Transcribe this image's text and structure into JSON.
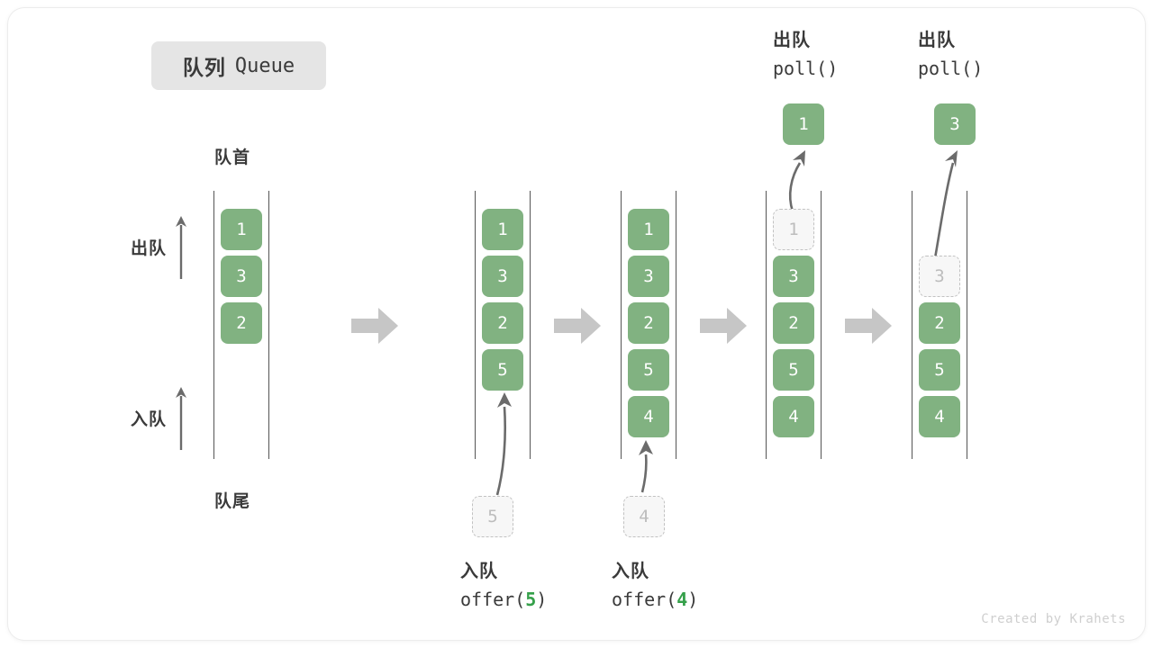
{
  "title": {
    "cn": "队列",
    "en": "Queue"
  },
  "labels": {
    "head": "队首",
    "tail": "队尾",
    "dequeue_side": "出队",
    "enqueue_side": "入队"
  },
  "colors": {
    "box_fill": "#81b281",
    "box_text": "#ffffff",
    "ghost_fill": "#f7f7f7",
    "ghost_border": "#c2c2c2",
    "ghost_text": "#bdbdbd",
    "rail": "#555555",
    "arrow": "#6b6b6b",
    "step_arrow": "#c6c6c6",
    "badge_bg": "#e5e5e5",
    "text": "#3a3a3a",
    "accent_green": "#35a04a"
  },
  "columns": [
    {
      "id": "initial",
      "slots": [
        {
          "value": "1",
          "state": "filled"
        },
        {
          "value": "3",
          "state": "filled"
        },
        {
          "value": "2",
          "state": "filled"
        }
      ]
    },
    {
      "id": "offer-5",
      "slots": [
        {
          "value": "1",
          "state": "filled"
        },
        {
          "value": "3",
          "state": "filled"
        },
        {
          "value": "2",
          "state": "filled"
        },
        {
          "value": "5",
          "state": "filled"
        }
      ],
      "incoming": {
        "value": "5"
      },
      "caption": {
        "cn": "入队",
        "fn": "offer(",
        "arg": "5",
        "fn_close": ")"
      }
    },
    {
      "id": "offer-4",
      "slots": [
        {
          "value": "1",
          "state": "filled"
        },
        {
          "value": "3",
          "state": "filled"
        },
        {
          "value": "2",
          "state": "filled"
        },
        {
          "value": "5",
          "state": "filled"
        },
        {
          "value": "4",
          "state": "filled"
        }
      ],
      "incoming": {
        "value": "4"
      },
      "caption": {
        "cn": "入队",
        "fn": "offer(",
        "arg": "4",
        "fn_close": ")"
      }
    },
    {
      "id": "poll-1",
      "slots": [
        {
          "value": "1",
          "state": "ghost"
        },
        {
          "value": "3",
          "state": "filled"
        },
        {
          "value": "2",
          "state": "filled"
        },
        {
          "value": "5",
          "state": "filled"
        },
        {
          "value": "4",
          "state": "filled"
        }
      ],
      "popped": {
        "value": "1"
      },
      "header": {
        "cn": "出队",
        "fn": "poll()"
      }
    },
    {
      "id": "poll-3",
      "slots": [
        {
          "value": "",
          "state": "empty"
        },
        {
          "value": "3",
          "state": "ghost"
        },
        {
          "value": "2",
          "state": "filled"
        },
        {
          "value": "5",
          "state": "filled"
        },
        {
          "value": "4",
          "state": "filled"
        }
      ],
      "popped": {
        "value": "3"
      },
      "header": {
        "cn": "出队",
        "fn": "poll()"
      }
    }
  ],
  "step_arrows": [
    {
      "name": "step-arrow-1"
    },
    {
      "name": "step-arrow-2"
    },
    {
      "name": "step-arrow-3"
    },
    {
      "name": "step-arrow-4"
    }
  ],
  "watermark": "Created by Krahets"
}
